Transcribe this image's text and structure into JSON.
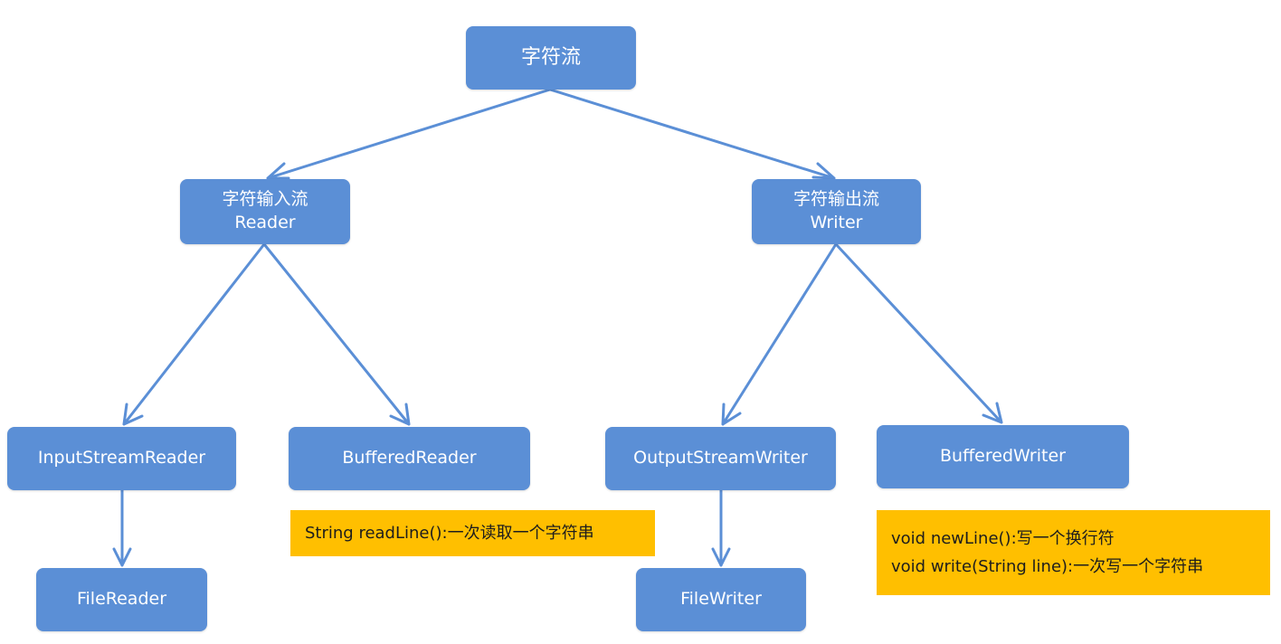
{
  "nodes": {
    "root": {
      "label": "字符流"
    },
    "reader": {
      "label1": "字符输入流",
      "label2": "Reader"
    },
    "writer": {
      "label1": "字符输出流",
      "label2": "Writer"
    },
    "input_stream_reader": {
      "label": "InputStreamReader"
    },
    "buffered_reader": {
      "label": "BufferedReader"
    },
    "output_stream_writer": {
      "label": "OutputStreamWriter"
    },
    "buffered_writer": {
      "label": "BufferedWriter"
    },
    "file_reader": {
      "label": "FileReader"
    },
    "file_writer": {
      "label": "FileWriter"
    }
  },
  "notes": {
    "buffered_reader": {
      "line1": "String readLine():一次读取一个字符串"
    },
    "buffered_writer": {
      "line1": "void newLine():写一个换行符",
      "line2": "void write(String line):一次写一个字符串"
    }
  },
  "colors": {
    "node": "#5b8fd6",
    "arrow": "#5b8fd6",
    "note": "#ffbf00"
  }
}
